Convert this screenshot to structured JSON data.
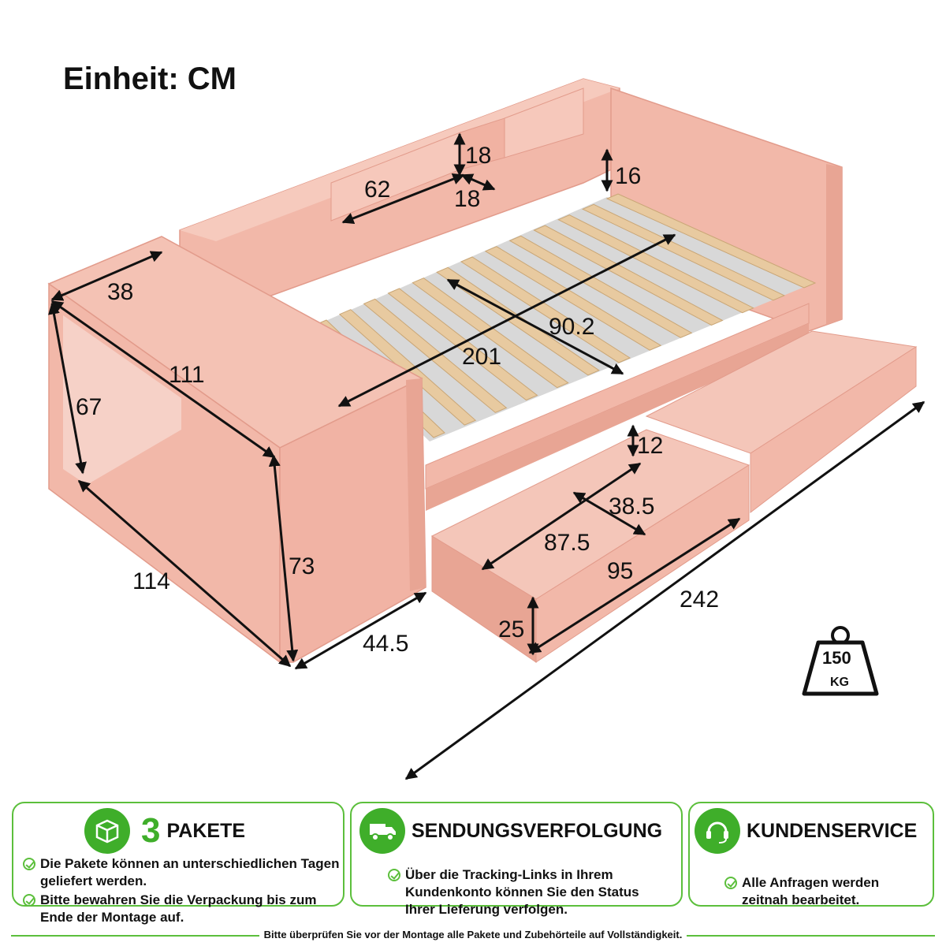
{
  "title": "Einheit: CM",
  "dimensions": [
    "18",
    "62",
    "18",
    "16",
    "38",
    "90.2",
    "201",
    "111",
    "67",
    "12",
    "38.5",
    "87.5",
    "73",
    "114",
    "95",
    "242",
    "25",
    "44.5"
  ],
  "weight": {
    "value": "150",
    "unit": "KG"
  },
  "colors": {
    "bed": "#f2b8a9",
    "bed_shade": "#e8a594",
    "slat": "#e8caa0",
    "accent_green": "#3fae2a"
  },
  "panels": [
    {
      "number": "3",
      "title": "PAKETE",
      "icon": "box-icon",
      "items": [
        "Die Pakete können an unterschiedlichen Tagen geliefert werden.",
        "Bitte bewahren Sie die Verpackung bis zum Ende der Montage auf."
      ]
    },
    {
      "title": "SENDUNGSVERFOLGUNG",
      "icon": "truck-icon",
      "items": [
        "Über die Tracking-Links in Ihrem Kundenkonto können Sie den Status Ihrer Lieferung verfolgen."
      ]
    },
    {
      "title": "KUNDENSERVICE",
      "icon": "headset-icon",
      "items": [
        "Alle Anfragen werden zeitnah bearbeitet."
      ]
    }
  ],
  "footer": "Bitte überprüfen Sie vor der Montage alle Pakete und Zubehörteile auf Vollständigkeit."
}
